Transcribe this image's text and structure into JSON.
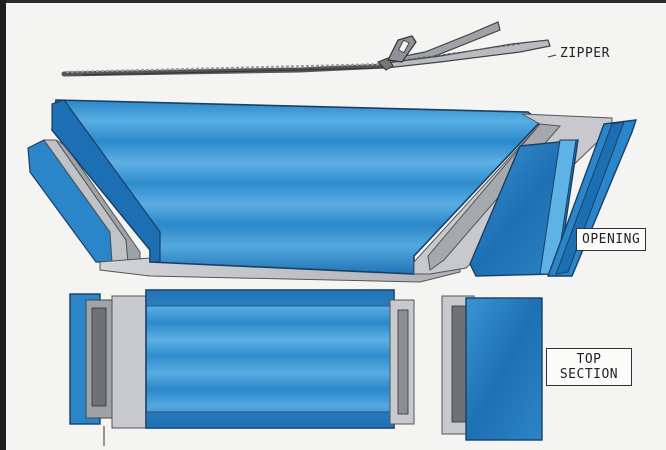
{
  "labels": {
    "zipper": "ZIPPER",
    "opening": "OPENING",
    "top_section_line1": "TOP",
    "top_section_line2": "SECTION"
  },
  "colors": {
    "paper": "#f4f4f2",
    "fabric_blue": "#2f8fd0",
    "fabric_blue_dark": "#1d6fb3",
    "fabric_blue_light": "#5fb2e6",
    "lining_grey": "#c7c9cc",
    "lining_grey_dark": "#9a9da2",
    "ink": "#222222"
  }
}
